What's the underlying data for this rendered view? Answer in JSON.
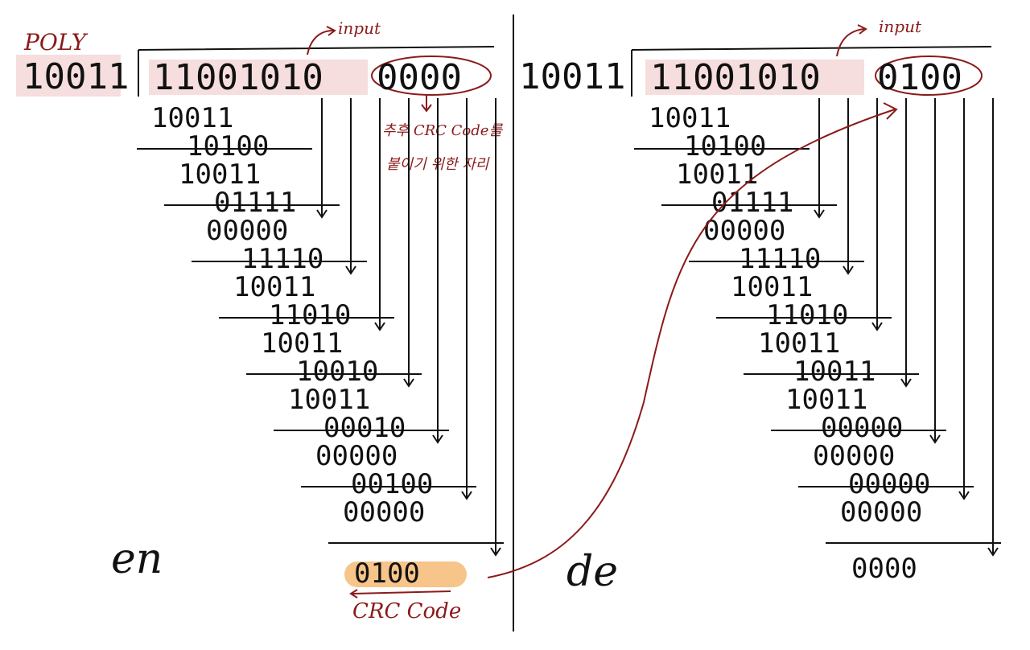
{
  "colors": {
    "ink": "#111111",
    "annotation": "#8b1a1a",
    "highlight_pink": "#f6dede",
    "highlight_orange": "#f7c489"
  },
  "encoder": {
    "caption": "en",
    "poly_label": "POLY",
    "poly": "10011",
    "dividend": "11001010",
    "padding": "0000",
    "input_label": "input",
    "note_line1": "추후 CRC Code를",
    "note_line2": "붙이기 위한 자리",
    "rows": [
      "10011",
      "10100",
      "10011",
      "01111",
      "00000",
      "11110",
      "10011",
      "11010",
      "10011",
      "10010",
      "10011",
      "00010",
      "00000",
      "00100",
      "00000"
    ],
    "result": "0100",
    "result_label": "CRC Code"
  },
  "decoder": {
    "caption": "de",
    "poly": "10011",
    "dividend": "11001010",
    "appended": "0100",
    "input_label": "input",
    "rows": [
      "10011",
      "10100",
      "10011",
      "01111",
      "00000",
      "11110",
      "10011",
      "11010",
      "10011",
      "10011",
      "10011",
      "00000",
      "00000",
      "00000",
      "00000"
    ],
    "result": "0000"
  }
}
